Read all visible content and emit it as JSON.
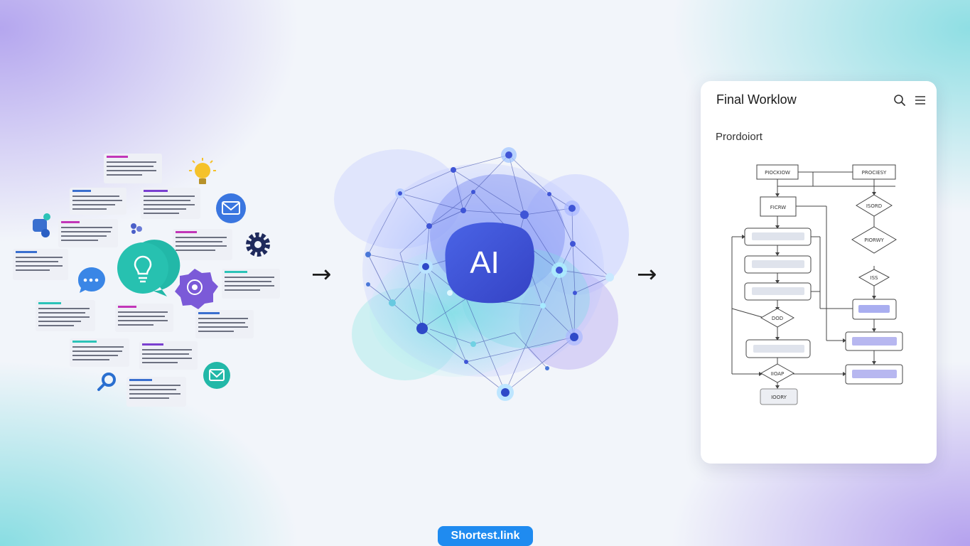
{
  "hub": {
    "label": "AI"
  },
  "arrows": {
    "left": "→",
    "right": "→"
  },
  "panel": {
    "title": "Final Worklow",
    "subtitle": "Prordoiort",
    "search_icon": "search-icon",
    "menu_icon": "menu-icon",
    "flowchart": {
      "top_left": "PIOCKIOW",
      "top_right": "PROCIESY",
      "box": "FICRW",
      "d1": "ISORD",
      "d2": "PIORWY",
      "d3": "ISS",
      "d4": "DOD",
      "d5": "IIOAP",
      "end": "IOORY"
    }
  },
  "badge": {
    "label": "Shortest.link"
  },
  "colors": {
    "accent": "#1f8bf0",
    "hub": "#3f55d6",
    "teal": "#2cc3b8",
    "purple": "#7b5ad8"
  }
}
